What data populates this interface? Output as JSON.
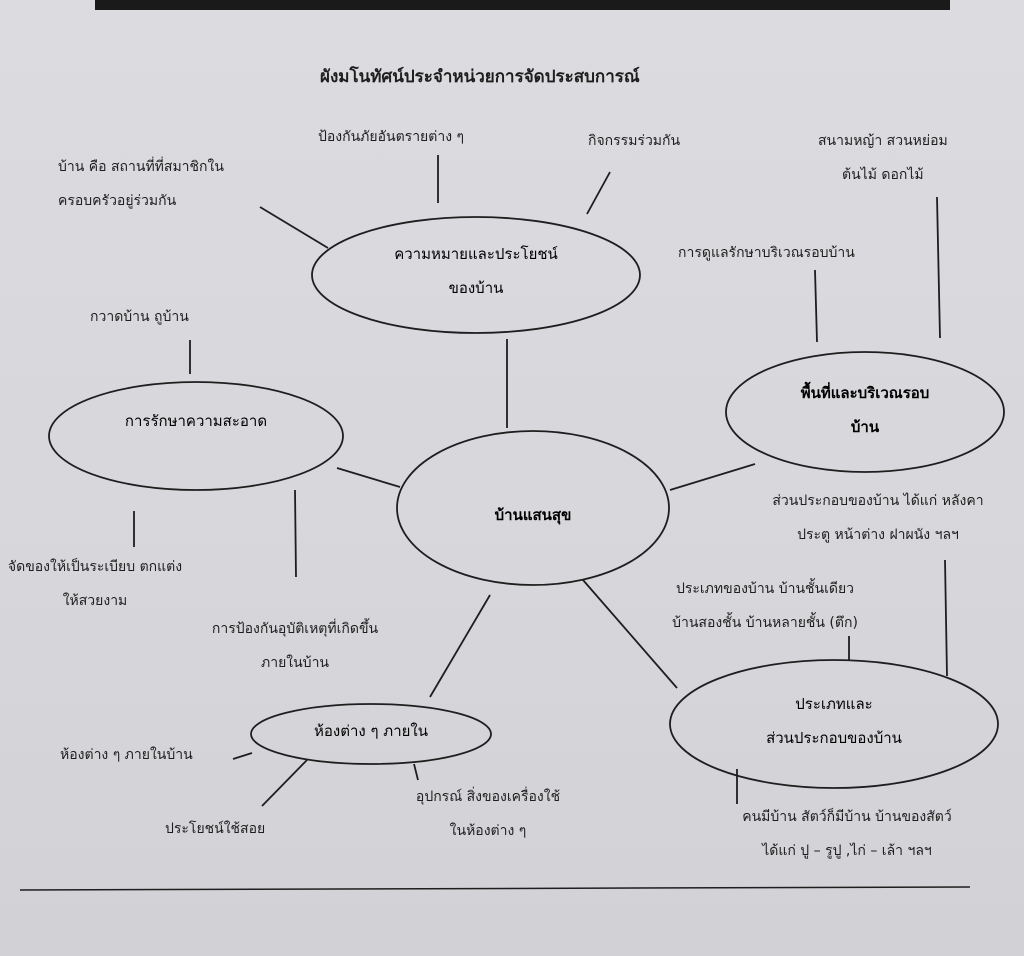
{
  "title": "ผังมโนทัศน์ประจำหน่วยการจัดประสบการณ์",
  "center": "บ้านแสนสุข",
  "nodes": {
    "meaning": {
      "line1": "ความหมายและประโยชน์",
      "line2": "ของบ้าน"
    },
    "area": {
      "line1": "พื้นที่และบริเวณรอบ",
      "line2": "บ้าน"
    },
    "cleaning": {
      "line1": "การรักษาความสะอาด"
    },
    "rooms": {
      "line1": "ห้องต่าง ๆ ภายใน"
    },
    "types": {
      "line1": "ประเภทและ",
      "line2": "ส่วนประกอบของบ้าน"
    }
  },
  "labels": {
    "home_def": {
      "line1": "บ้าน คือ สถานที่ที่สมาชิกใน",
      "line2": "ครอบครัวอยู่ร่วมกัน"
    },
    "protect": {
      "line1": "ป้องกันภัยอันตรายต่าง ๆ"
    },
    "activity": {
      "line1": "กิจกรรมร่วมกัน"
    },
    "lawn": {
      "line1": "สนามหญ้า สวนหย่อม",
      "line2": "ต้นไม้   ดอกไม้"
    },
    "care": {
      "line1": "การดูแลรักษาบริเวณรอบบ้าน"
    },
    "sweep": {
      "line1": "กวาดบ้าน  ถูบ้าน"
    },
    "organize": {
      "line1": "จัดของให้เป็นระเบียบ ตกแต่ง",
      "line2": "ให้สวยงาม"
    },
    "prevent": {
      "line1": "การป้องกันอุบัติเหตุที่เกิดขึ้น",
      "line2": "ภายในบ้าน"
    },
    "components": {
      "line1": "ส่วนประกอบของบ้าน ได้แก่ หลังคา",
      "line2": "ประตู  หน้าต่าง  ฝาผนัง  ฯลฯ"
    },
    "house_types": {
      "line1": "ประเภทของบ้าน  บ้านชั้นเดียว",
      "line2": "บ้านสองชั้น  บ้านหลายชั้น (ตึก)"
    },
    "rooms_in_house": {
      "line1": "ห้องต่าง ๆ ภายในบ้าน"
    },
    "usage": {
      "line1": "ประโยชน์ใช้สอย"
    },
    "equipment": {
      "line1": "อุปกรณ์  สิ่งของเครื่องใช้",
      "line2": "ในห้องต่าง ๆ"
    },
    "animals": {
      "line1": "คนมีบ้าน  สัตว์ก็มีบ้าน  บ้านของสัตว์",
      "line2": "ได้แก่  ปู – รูปู ,ไก่ – เล้า ฯลฯ"
    }
  },
  "colors": {
    "ink": "#1e1e1e",
    "paper": "#d9d9dd"
  }
}
